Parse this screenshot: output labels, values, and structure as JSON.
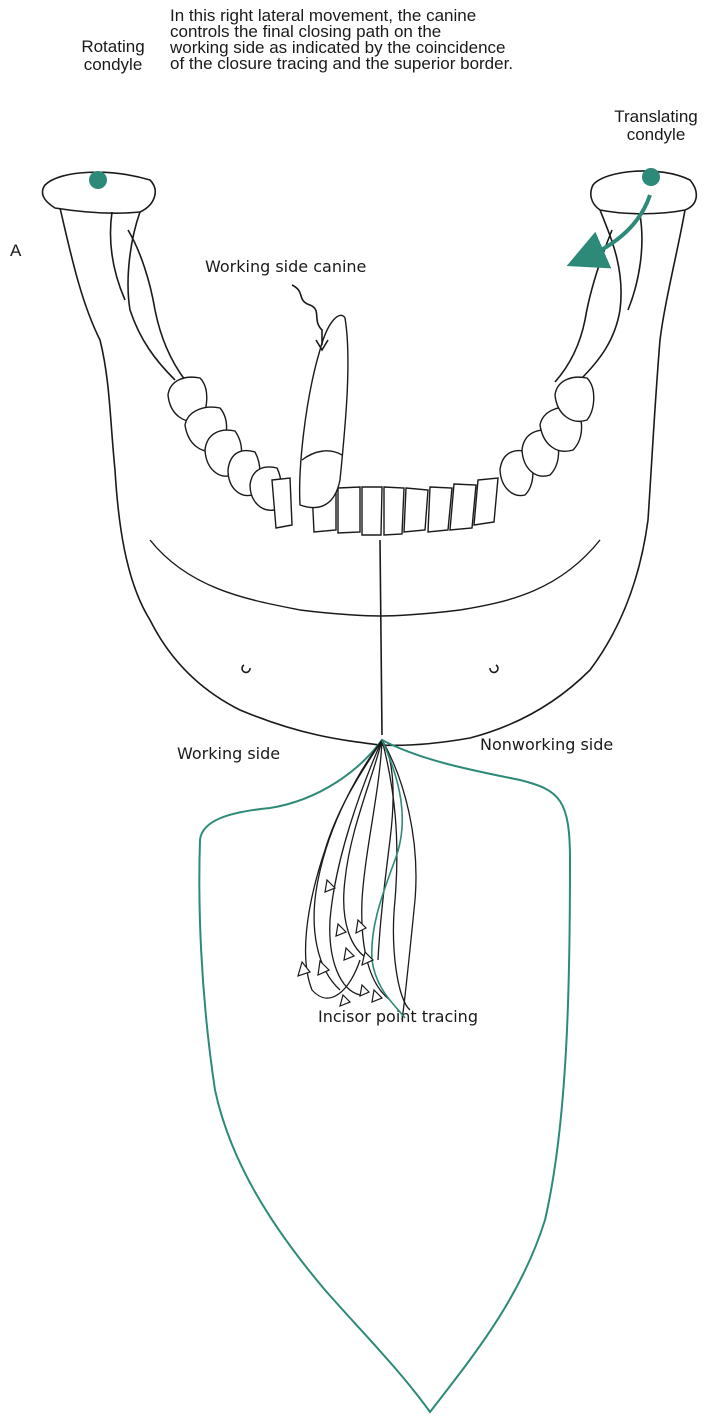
{
  "caption": {
    "lines": [
      "In this right lateral movement, the canine",
      "controls the final closing path on the",
      "working side as indicated by the coincidence",
      "of the closure tracing and the superior border."
    ]
  },
  "labels": {
    "rotating_condyle": [
      "Rotating",
      "condyle"
    ],
    "translating_condyle": [
      "Translating",
      "condyle"
    ],
    "panel_letter": "A",
    "working_side_canine": "Working side canine",
    "working_side": "Working side",
    "nonworking_side": "Nonworking side",
    "incisor_point_tracing": "Incisor point tracing"
  },
  "colors": {
    "accent_teal": "#2e8a78",
    "line": "#1a1a1a"
  }
}
